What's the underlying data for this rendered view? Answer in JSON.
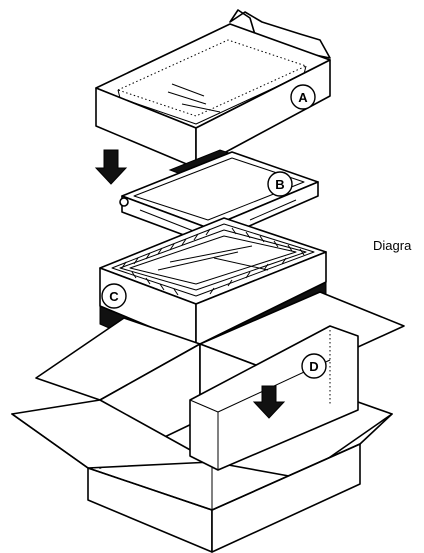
{
  "labels": {
    "a": "A",
    "b": "B",
    "c": "C",
    "d": "D"
  },
  "side_text": "Diagra"
}
